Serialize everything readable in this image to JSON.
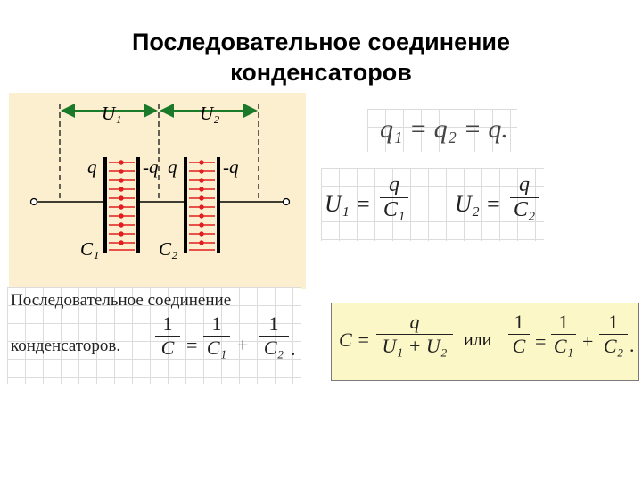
{
  "title": {
    "line1": "Последовательное соединение",
    "line2": "конденсаторов"
  },
  "circuit": {
    "u1_label": "U₁",
    "u2_label": "U₂",
    "c1_q_left": "q",
    "c1_q_right": "-q",
    "c2_q_left": "q",
    "c2_q_right": "-q",
    "c1_label": "C₁",
    "c2_label": "C₂",
    "colors": {
      "field": "#e01f1f",
      "arrow": "#1a7a2a",
      "wire": "#000000",
      "background": "#fcefcf"
    }
  },
  "charges_equation": "q₁ = q₂ = q.",
  "voltage_equations": {
    "u1_lhs": "U₁ =",
    "u1_num": "q",
    "u1_den": "C₁",
    "u2_lhs": "U₂ =",
    "u2_num": "q",
    "u2_den": "C₂"
  },
  "series_rule": {
    "line1": "Последовательное   соединение",
    "line2": "конденсаторов.",
    "one": "1",
    "c": "C",
    "c1": "C₁",
    "c2": "C₂",
    "eq": "=",
    "plus": "+",
    "dot": "."
  },
  "result_box": {
    "lhs": "C =",
    "num": "q",
    "den": "U₁ + U₂",
    "or_word": "или",
    "one": "1",
    "c": "C",
    "c1": "C₁",
    "c2": "C₂",
    "eq": "=",
    "plus": "+",
    "dot": ".",
    "colors": {
      "background": "#fbf7c6",
      "border": "#7a7a7a"
    }
  }
}
